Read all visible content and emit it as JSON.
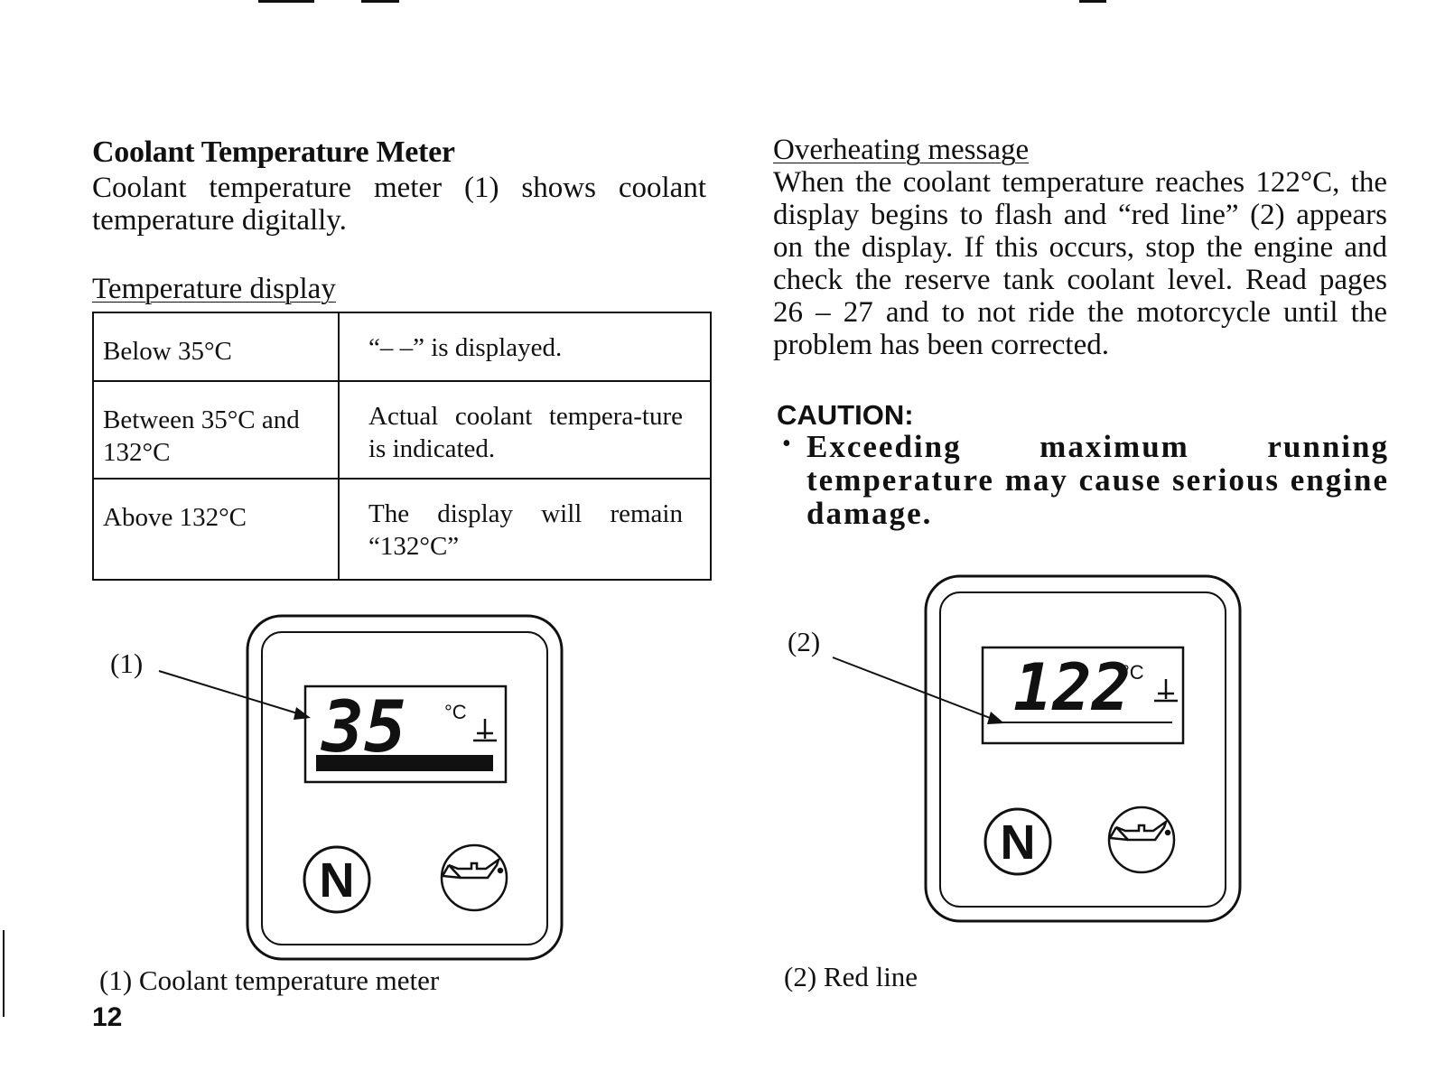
{
  "left_column": {
    "title": "Coolant Temperature Meter",
    "intro": "Coolant temperature meter (1) shows coolant temperature digitally.",
    "table_heading": "Temperature display",
    "table_rows": [
      {
        "condition": "Below 35°C",
        "display": "“– –” is displayed."
      },
      {
        "condition": "Between 35°C and 132°C",
        "display": "Actual coolant tempera-ture is indicated."
      },
      {
        "condition": "Above 132°C",
        "display": "The display will remain “132°C”"
      }
    ]
  },
  "right_column": {
    "heading": "Overheating message",
    "paragraph": "When the coolant temperature reaches 122°C, the display begins to flash and “red line” (2) appears on the display. If this occurs, stop the engine and check the reserve tank coolant level. Read pages 26 – 27 and to not ride the motorcycle until the problem has been corrected.",
    "caution_label": "CAUTION:",
    "caution_bullet": "•",
    "caution_text": "Exceeding maximum running temperature may cause serious engine damage."
  },
  "figure_left": {
    "callout": "(1)",
    "reading": "35",
    "unit": "°C",
    "neutral_letter": "N",
    "icons": [
      "coolant-temp-icon",
      "neutral-indicator-icon",
      "oil-pressure-icon"
    ],
    "caption": "(1)  Coolant temperature meter"
  },
  "figure_right": {
    "callout": "(2)",
    "reading": "122",
    "unit": "°C",
    "neutral_letter": "N",
    "icons": [
      "coolant-temp-icon",
      "neutral-indicator-icon",
      "oil-pressure-icon"
    ],
    "caption": "(2)  Red line"
  },
  "page_number": "12"
}
